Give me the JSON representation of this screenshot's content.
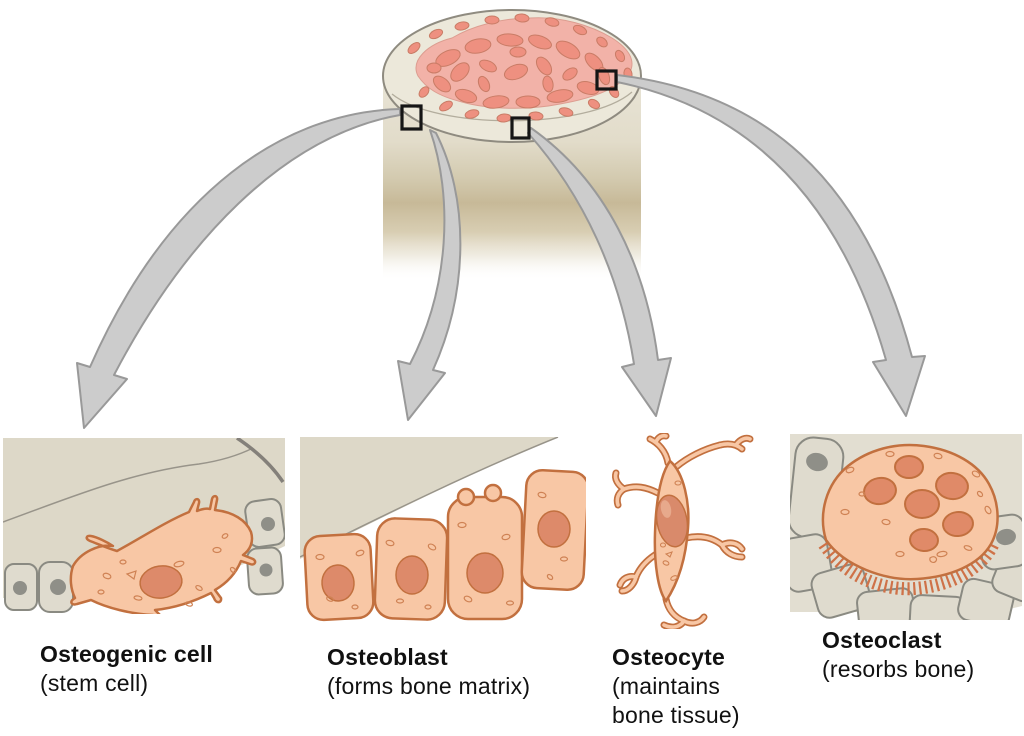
{
  "figure_title": "Bone cell types diagram",
  "bone_section": {
    "illustration": "bone-cross-section-cylinder",
    "markers": [
      "sample-marker-left",
      "sample-marker-center",
      "sample-marker-right"
    ]
  },
  "cells": [
    {
      "id": "osteogenic",
      "name": "Osteogenic cell",
      "function": "(stem cell)"
    },
    {
      "id": "osteoblast",
      "name": "Osteoblast",
      "function": "(forms bone matrix)"
    },
    {
      "id": "osteocyte",
      "name": "Osteocyte",
      "function": "(maintains bone tissue)"
    },
    {
      "id": "osteoclast",
      "name": "Osteoclast",
      "function": "(resorbs bone)"
    }
  ],
  "colors": {
    "background": "#ffffff",
    "cell_fill": "#f8c7a5",
    "cell_outline": "#c2703f",
    "nucleus_fill": "#dd8a6a",
    "trabecular_base": "#f2b2a8",
    "trabecular_spot": "#ee9080",
    "bone_matrix_beige": "#ddd8c8",
    "bone_gray_cell": "#dfdbce",
    "bone_gray_outline": "#8a8a82",
    "cylinder_fill": "#ece8da",
    "arrow_fill": "#cccccc",
    "arrow_outline": "#999999",
    "marker_outline": "#151515",
    "label_text": "#111111"
  }
}
